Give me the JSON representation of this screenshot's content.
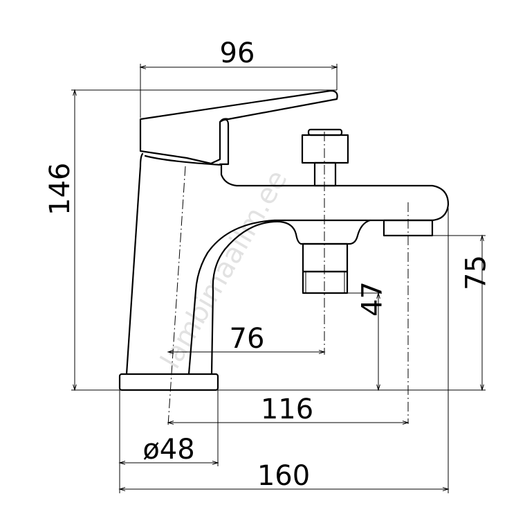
{
  "drawing": {
    "watermark": "lambimaailm.ee",
    "dimensions": {
      "lever_reach": "96",
      "total_height": "146",
      "spout_to_shower_outlet": "76",
      "outlet_height": "47",
      "spout_height": "75",
      "spout_reach": "116",
      "base_diameter": "ø48",
      "total_length": "160"
    }
  }
}
